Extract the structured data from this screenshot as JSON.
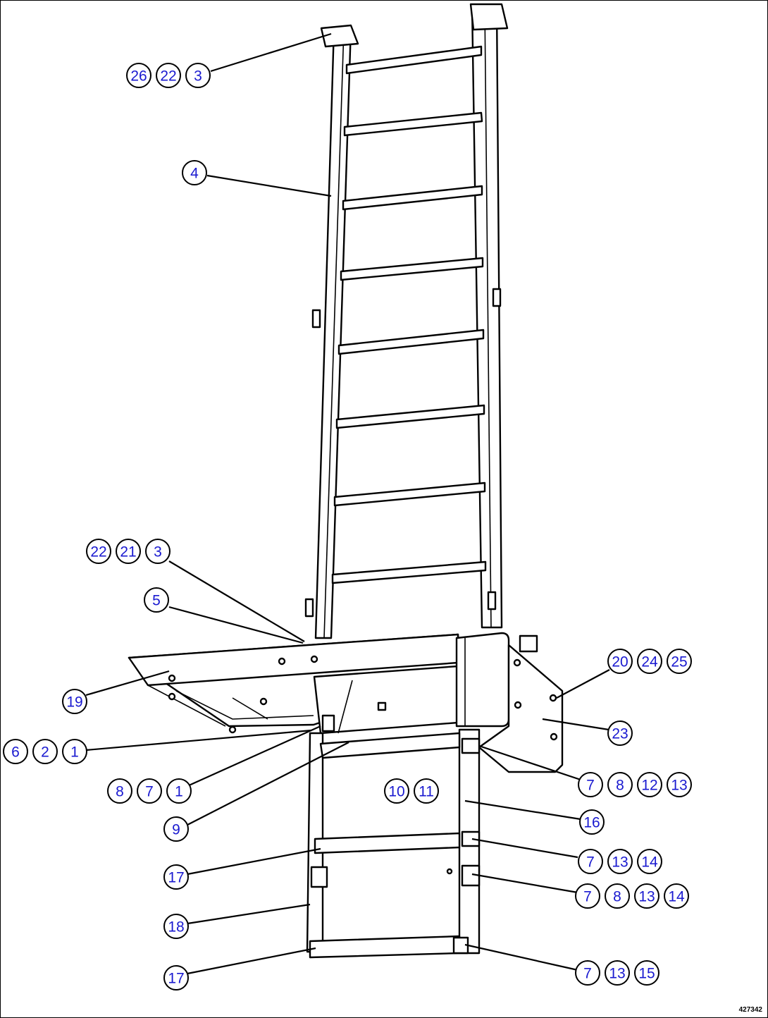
{
  "drawing_number": "427342",
  "callouts": [
    {
      "id": "c-26-22-3",
      "labels": [
        "26",
        "22",
        "3"
      ]
    },
    {
      "id": "c-4",
      "labels": [
        "4"
      ]
    },
    {
      "id": "c-22-21-3",
      "labels": [
        "22",
        "21",
        "3"
      ]
    },
    {
      "id": "c-5",
      "labels": [
        "5"
      ]
    },
    {
      "id": "c-19",
      "labels": [
        "19"
      ]
    },
    {
      "id": "c-6-2-1",
      "labels": [
        "6",
        "2",
        "1"
      ]
    },
    {
      "id": "c-8-7-1",
      "labels": [
        "8",
        "7",
        "1"
      ]
    },
    {
      "id": "c-9",
      "labels": [
        "9"
      ]
    },
    {
      "id": "c-10-11",
      "labels": [
        "10",
        "11"
      ]
    },
    {
      "id": "c-17-upper",
      "labels": [
        "17"
      ]
    },
    {
      "id": "c-18",
      "labels": [
        "18"
      ]
    },
    {
      "id": "c-17-lower",
      "labels": [
        "17"
      ]
    },
    {
      "id": "c-20-24-25",
      "labels": [
        "20",
        "24",
        "25"
      ]
    },
    {
      "id": "c-23",
      "labels": [
        "23"
      ]
    },
    {
      "id": "c-7-8-12-13",
      "labels": [
        "7",
        "8",
        "12",
        "13"
      ]
    },
    {
      "id": "c-16",
      "labels": [
        "16"
      ]
    },
    {
      "id": "c-7-13-14",
      "labels": [
        "7",
        "13",
        "14"
      ]
    },
    {
      "id": "c-7-8-13-14",
      "labels": [
        "7",
        "8",
        "13",
        "14"
      ]
    },
    {
      "id": "c-7-13-15",
      "labels": [
        "7",
        "13",
        "15"
      ]
    }
  ]
}
